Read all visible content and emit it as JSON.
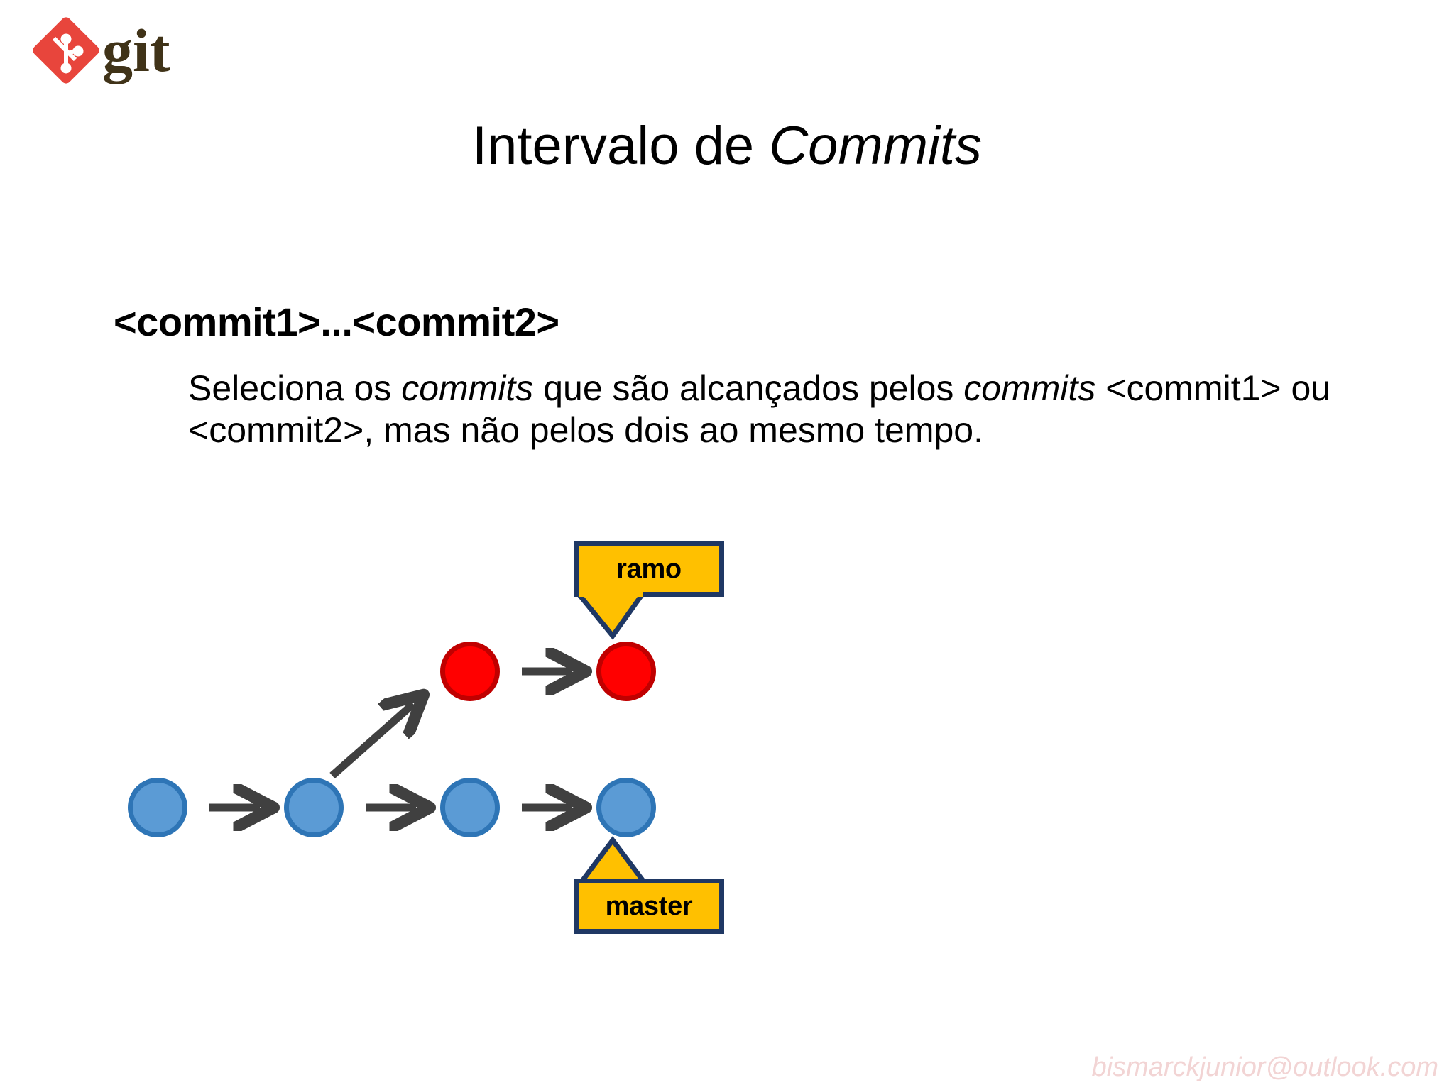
{
  "slide": {
    "logo": {
      "icon": "git-logo-icon",
      "wordmark": "git",
      "diamond_color": "#E8453C",
      "wordmark_color": "#403318"
    },
    "title": {
      "plain_prefix": "Intervalo de ",
      "italic_word": "Commits"
    },
    "syntax_heading": "<commit1>...<commit2>",
    "description": {
      "segments": [
        {
          "text": "Seleciona os ",
          "style": "normal"
        },
        {
          "text": "commits",
          "style": "italic"
        },
        {
          "text": " que são alcançados pelos ",
          "style": "normal"
        },
        {
          "text": "commits",
          "style": "italic"
        },
        {
          "text": " <commit1> ou <commit2>, mas não pelos dois ao mesmo tempo.",
          "style": "normal"
        }
      ],
      "full_text": "Seleciona os commits que são alcançados pelos commits <commit1> ou <commit2>, mas não pelos dois ao mesmo tempo."
    },
    "diagram": {
      "type": "commit-graph",
      "colors": {
        "blue_fill": "#5B9BD5",
        "blue_border": "#2E75B6",
        "red_fill": "#FF0000",
        "red_border": "#C00000",
        "badge_fill": "#FFC000",
        "badge_border": "#1F3864",
        "arrow": "#404040"
      },
      "nodes": [
        {
          "id": "c1",
          "color": "blue",
          "row": "master",
          "index": 0
        },
        {
          "id": "c2",
          "color": "blue",
          "row": "master",
          "index": 1
        },
        {
          "id": "c3",
          "color": "blue",
          "row": "master",
          "index": 2
        },
        {
          "id": "c4",
          "color": "blue",
          "row": "master",
          "index": 3
        },
        {
          "id": "b1",
          "color": "red",
          "row": "ramo",
          "index": 0
        },
        {
          "id": "b2",
          "color": "red",
          "row": "ramo",
          "index": 1
        }
      ],
      "edges": [
        {
          "from": "c1",
          "to": "c2"
        },
        {
          "from": "c2",
          "to": "c3"
        },
        {
          "from": "c3",
          "to": "c4"
        },
        {
          "from": "c2",
          "to": "b1"
        },
        {
          "from": "b1",
          "to": "b2"
        }
      ],
      "labels": [
        {
          "id": "ramo-badge",
          "text": "ramo",
          "points_to": "b2",
          "direction": "down"
        },
        {
          "id": "master-badge",
          "text": "master",
          "points_to": "c4",
          "direction": "up"
        }
      ]
    },
    "watermark": "bismarckjunior@outlook.com"
  }
}
